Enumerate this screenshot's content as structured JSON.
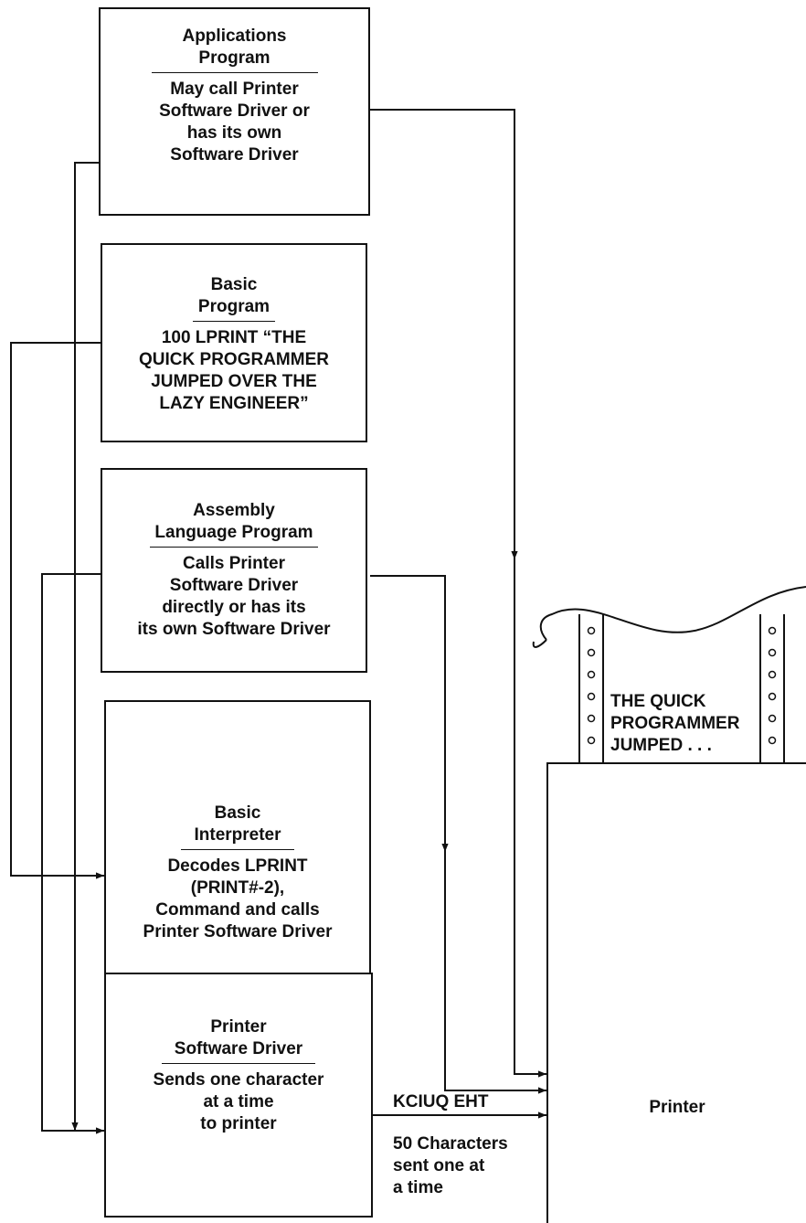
{
  "boxes": {
    "applications": {
      "title": [
        "Applications",
        "Program"
      ],
      "body": [
        "May call Printer",
        "Software Driver or",
        "has its own",
        "Software Driver"
      ]
    },
    "basic_program": {
      "title": [
        "Basic",
        "Program"
      ],
      "body": [
        "100 LPRINT “THE",
        "QUICK PROGRAMMER",
        "JUMPED OVER THE",
        "LAZY ENGINEER”"
      ]
    },
    "assembly": {
      "title": [
        "Assembly",
        "Language Program"
      ],
      "body": [
        "Calls Printer",
        "Software Driver",
        "directly or has its",
        "its own Software Driver"
      ]
    },
    "interpreter": {
      "title": [
        "Basic",
        "Interpreter"
      ],
      "body": [
        "Decodes LPRINT",
        "(PRINT#-2),",
        "Command and calls",
        "Printer Software Driver"
      ]
    },
    "driver": {
      "title": [
        "Printer",
        "Software Driver"
      ],
      "body": [
        "Sends one character",
        "at a time",
        "to printer"
      ]
    },
    "printer": {
      "label": "Printer"
    }
  },
  "paper_text": [
    "THE QUICK",
    "PROGRAMMER",
    "JUMPED . . ."
  ],
  "data_stream_label": "KCIUQ EHT",
  "data_stream_note": [
    "50 Characters",
    "sent one at",
    "a time"
  ]
}
